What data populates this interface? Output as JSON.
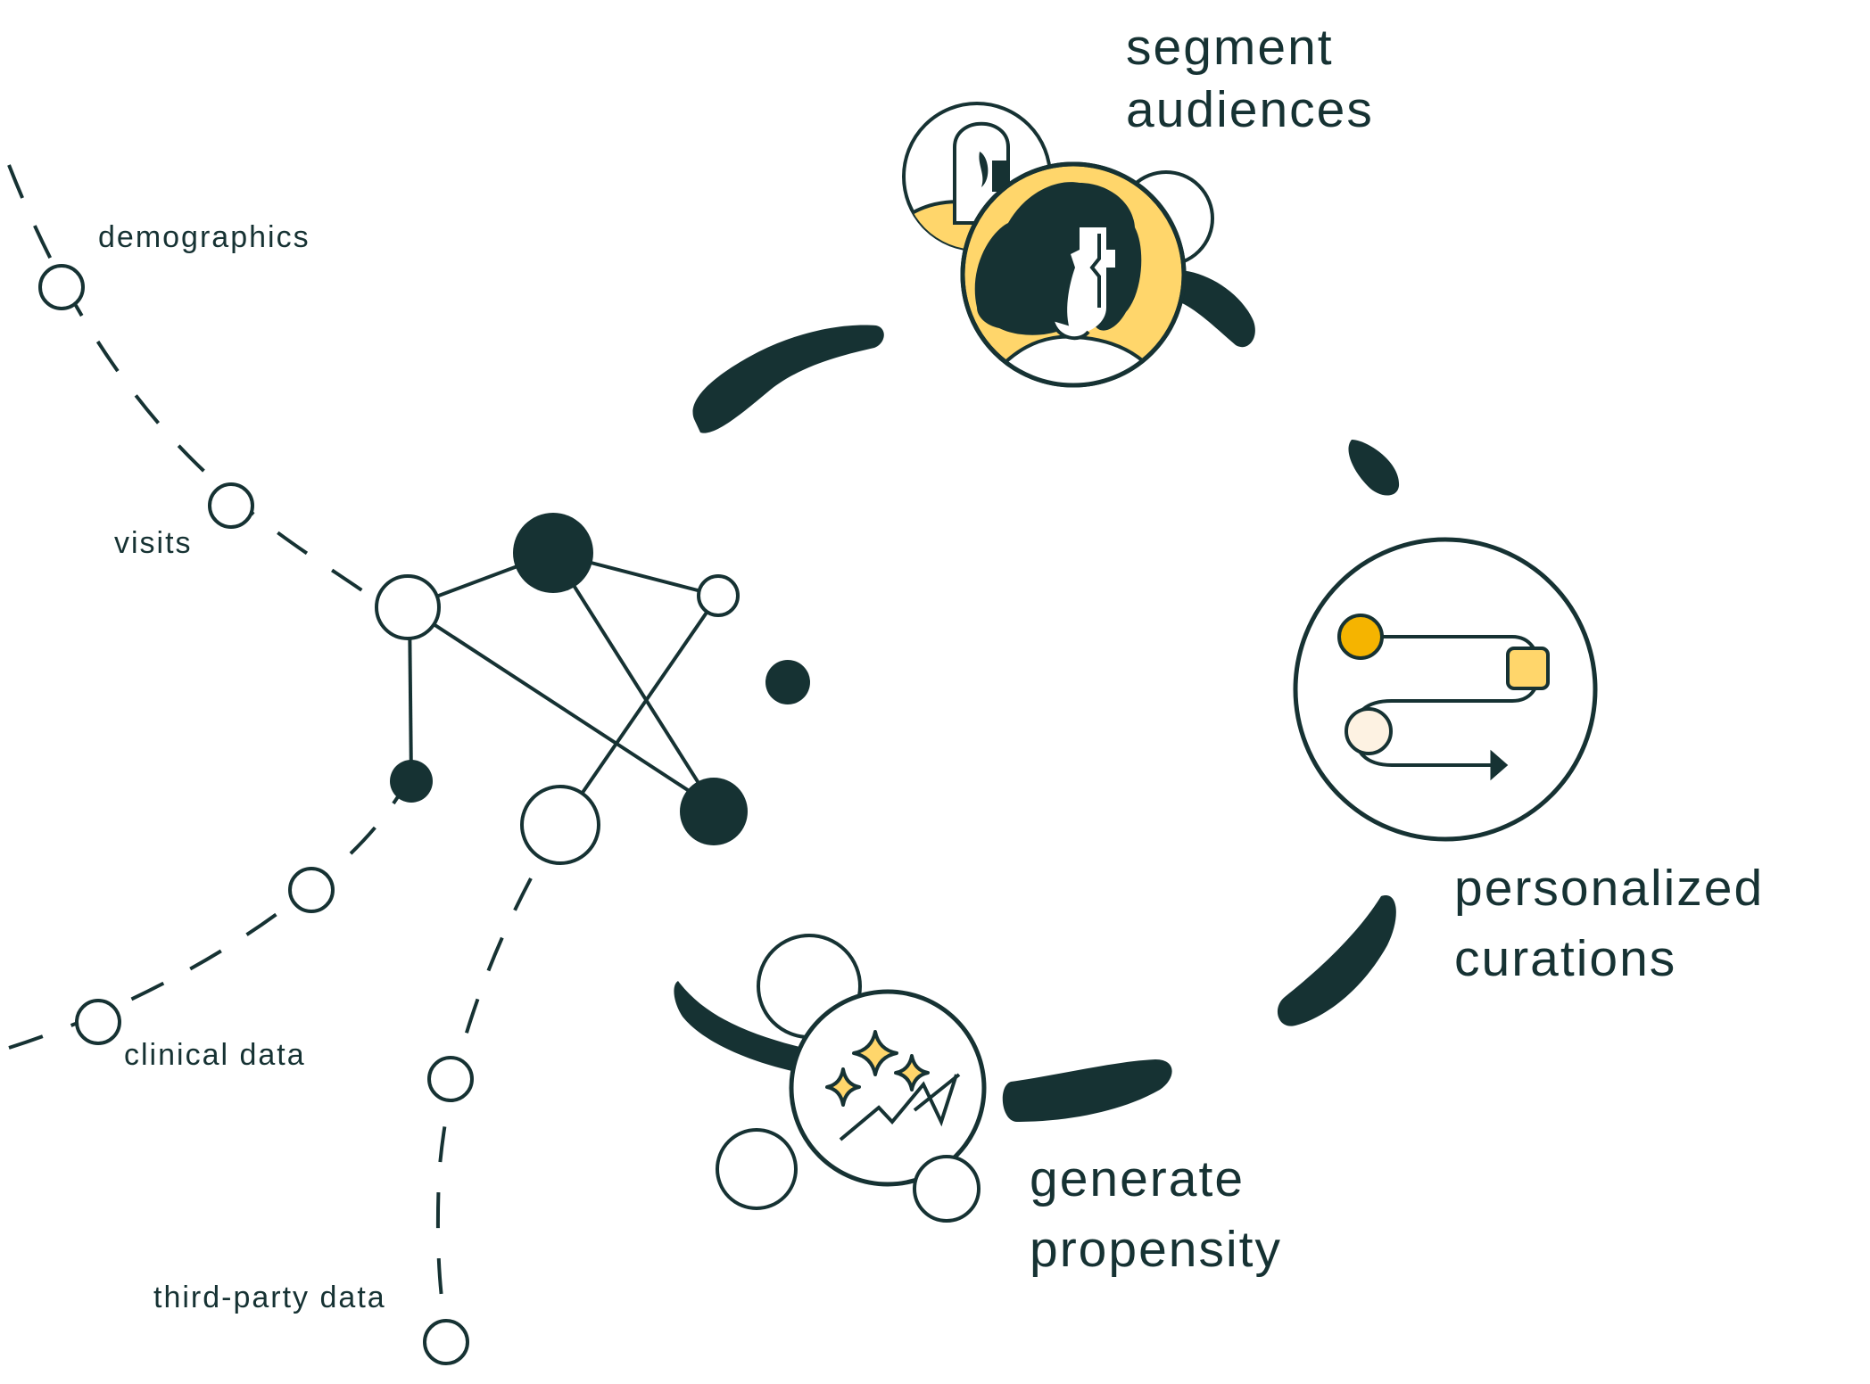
{
  "colors": {
    "ink": "#163233",
    "yellow": "#ffd66b",
    "orange": "#f5b400",
    "cream": "#fdf2e2",
    "background": "#ffffff"
  },
  "sources": {
    "demographics": "demographics",
    "visits": "visits",
    "clinical_data": "clinical data",
    "third_party_data": "third-party data"
  },
  "stages": {
    "segment": {
      "line1": "segment",
      "line2": "audiences",
      "icon": "audience-portrait-icon"
    },
    "personalized": {
      "line1": "personalized",
      "line2": "curations",
      "icon": "journey-flow-icon"
    },
    "generate": {
      "line1": "generate",
      "line2": "propensity",
      "icon": "sparkle-trend-icon"
    }
  }
}
